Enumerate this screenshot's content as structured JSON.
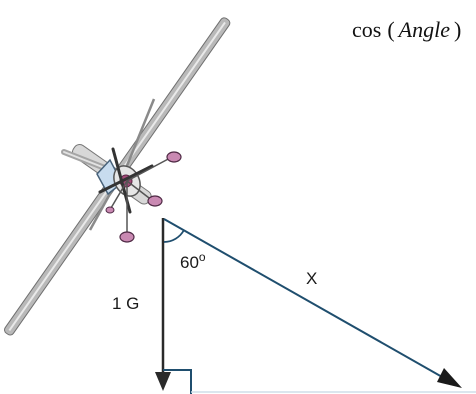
{
  "formula": {
    "func": "cos",
    "open_paren": "(",
    "variable": "Angle",
    "close_paren": ")"
  },
  "labels": {
    "angle_value": "60",
    "degree_mark": "o",
    "hypotenuse": "X",
    "vertical": "1 G"
  },
  "colors": {
    "vector_line": "#1f4e6e",
    "vertical_line": "#2a2a2a",
    "angle_arc": "#1f4e6e",
    "wing": "#b9b9b9",
    "wing_outline": "#707070",
    "fuselage_blue": "#c8dcef",
    "propeller_pink": "#a24a78"
  },
  "icons": {
    "airplane": "airplane-topview-icon",
    "arrow": "arrowhead-icon"
  }
}
